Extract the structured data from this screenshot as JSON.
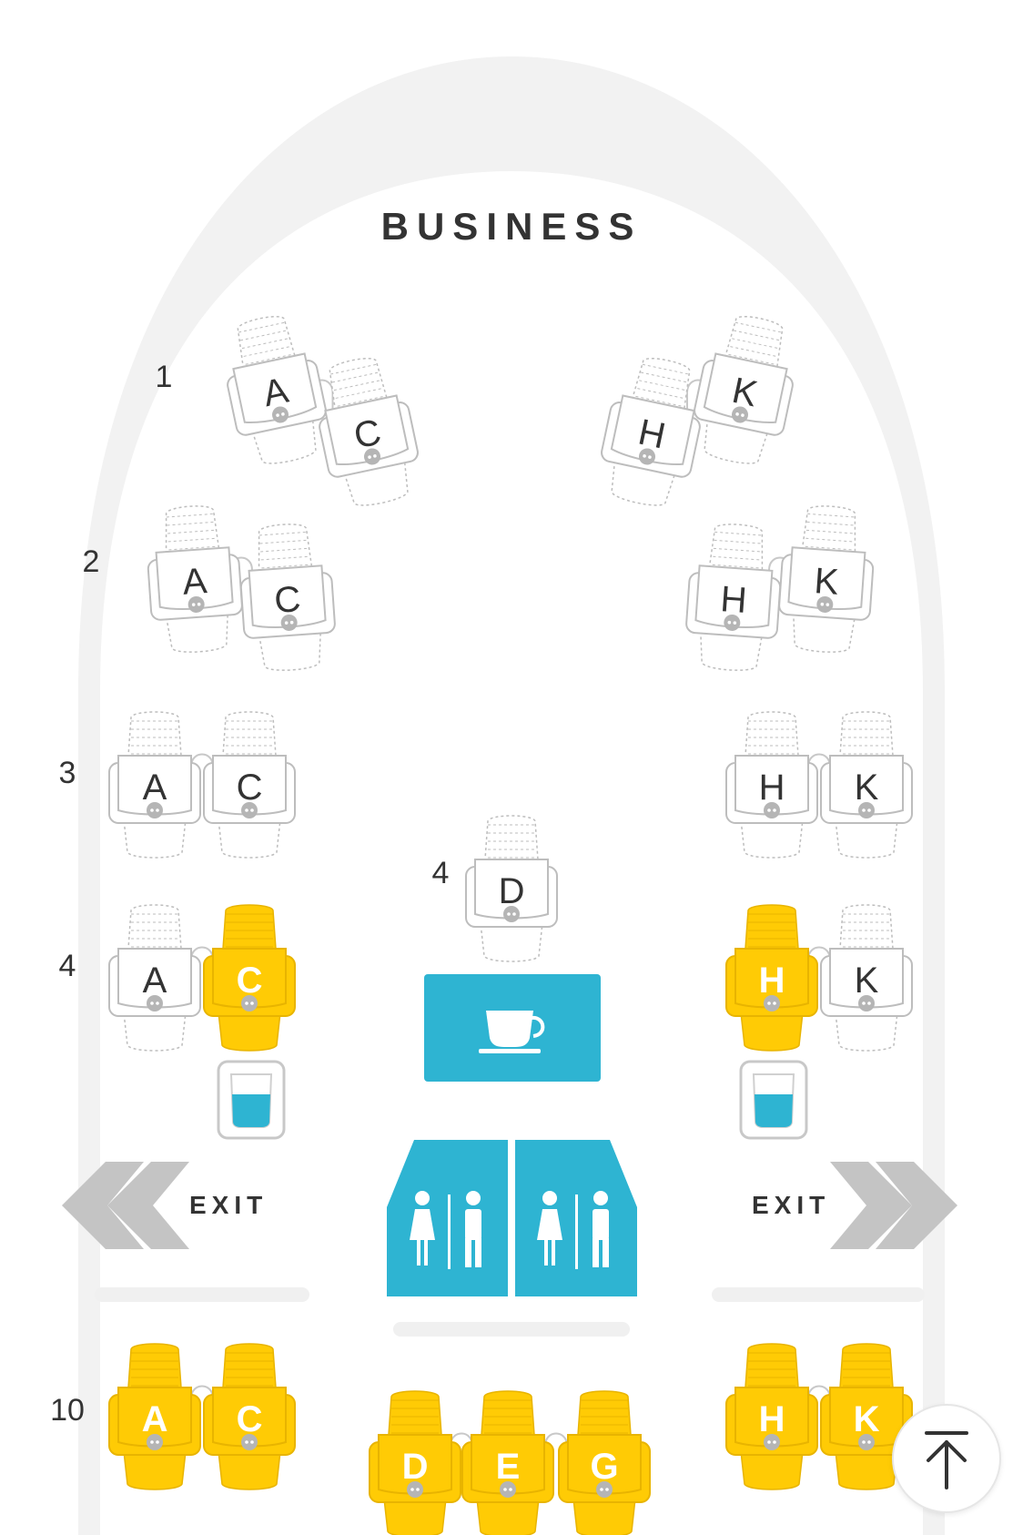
{
  "cabin": {
    "title": "BUSINESS",
    "exit_label": "EXIT",
    "colors": {
      "available": "#FFCB05",
      "occupied_outline": "#bdbdbd",
      "amenity": "#2EB4D2",
      "fuselage": "#f2f2f2",
      "exit_arrow": "#c4c4c4"
    },
    "row_labels": [
      "1",
      "2",
      "3",
      "4",
      "4",
      "10"
    ],
    "seats": [
      {
        "row": "1",
        "letter": "A",
        "available": false
      },
      {
        "row": "1",
        "letter": "C",
        "available": false
      },
      {
        "row": "1",
        "letter": "H",
        "available": false
      },
      {
        "row": "1",
        "letter": "K",
        "available": false
      },
      {
        "row": "2",
        "letter": "A",
        "available": false
      },
      {
        "row": "2",
        "letter": "C",
        "available": false
      },
      {
        "row": "2",
        "letter": "H",
        "available": false
      },
      {
        "row": "2",
        "letter": "K",
        "available": false
      },
      {
        "row": "3",
        "letter": "A",
        "available": false
      },
      {
        "row": "3",
        "letter": "C",
        "available": false
      },
      {
        "row": "3",
        "letter": "H",
        "available": false
      },
      {
        "row": "3",
        "letter": "K",
        "available": false
      },
      {
        "row": "4",
        "letter": "D",
        "available": false
      },
      {
        "row": "4",
        "letter": "A",
        "available": false
      },
      {
        "row": "4",
        "letter": "C",
        "available": true
      },
      {
        "row": "4",
        "letter": "H",
        "available": true
      },
      {
        "row": "4",
        "letter": "K",
        "available": false
      },
      {
        "row": "10",
        "letter": "A",
        "available": true
      },
      {
        "row": "10",
        "letter": "C",
        "available": true
      },
      {
        "row": "10",
        "letter": "D",
        "available": true
      },
      {
        "row": "10",
        "letter": "E",
        "available": true
      },
      {
        "row": "10",
        "letter": "G",
        "available": true
      },
      {
        "row": "10",
        "letter": "H",
        "available": true
      },
      {
        "row": "10",
        "letter": "K",
        "available": true
      }
    ],
    "amenities": [
      "galley-coffee-icon",
      "water-cup-icon",
      "water-cup-icon",
      "lavatory-icon",
      "lavatory-icon"
    ],
    "scroll_top_icon": "arrow-up-to-top-icon"
  }
}
